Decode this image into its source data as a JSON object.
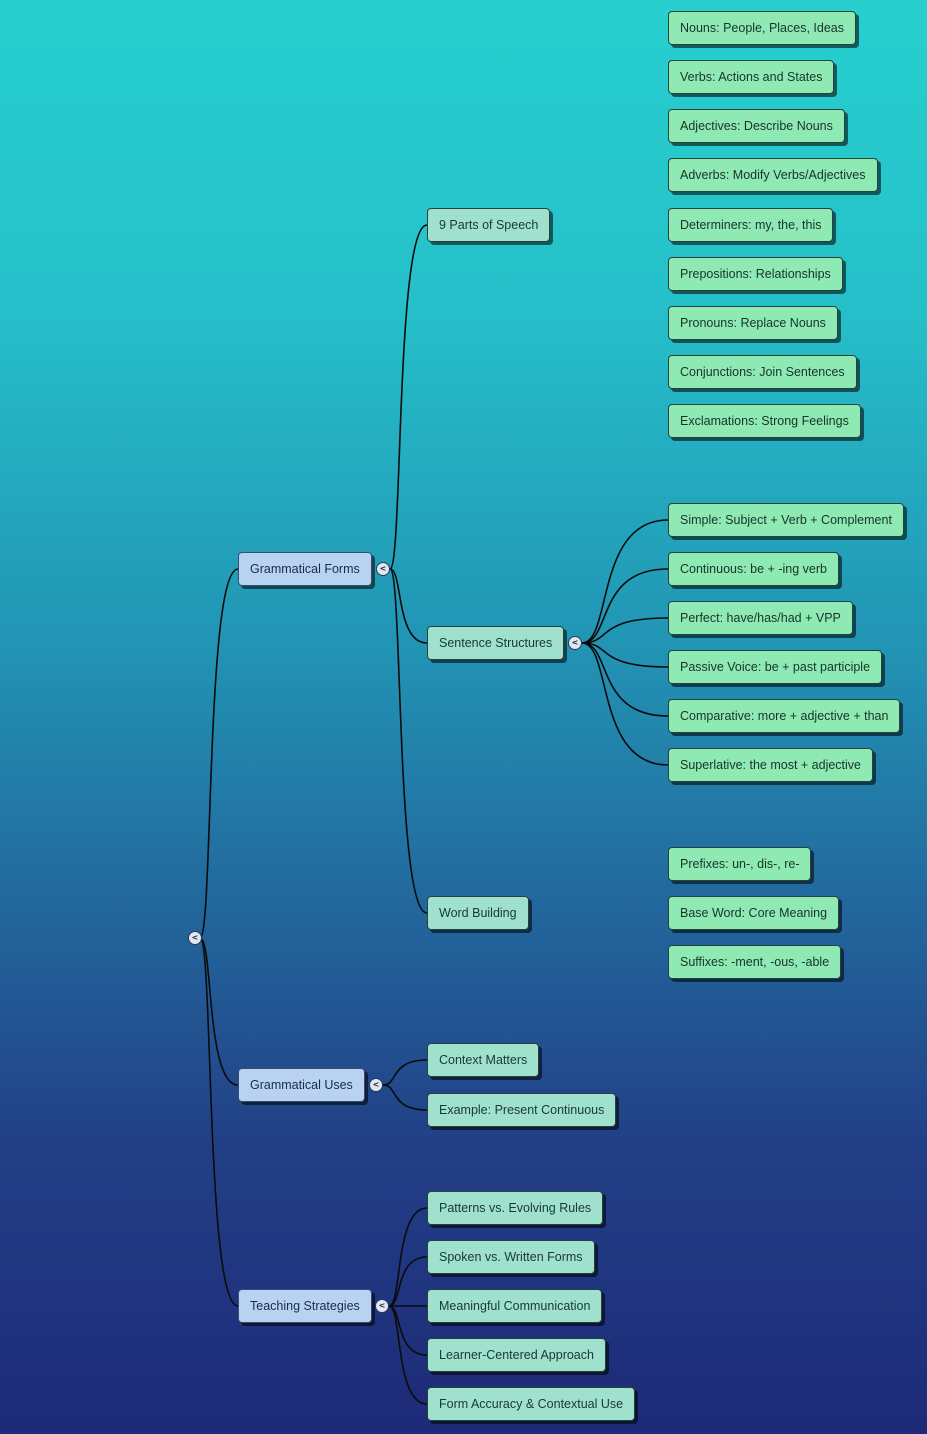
{
  "root": {
    "toggle_glyph": "<"
  },
  "branches": [
    {
      "label": "Grammatical Forms",
      "toggle_glyph": "<",
      "children": [
        {
          "label": "9 Parts of Speech",
          "children": [
            "Nouns: People, Places, Ideas",
            "Verbs: Actions and States",
            "Adjectives: Describe Nouns",
            "Adverbs: Modify Verbs/Adjectives",
            "Determiners: my, the, this",
            "Prepositions: Relationships",
            "Pronouns: Replace Nouns",
            "Conjunctions: Join Sentences",
            "Exclamations: Strong Feelings"
          ]
        },
        {
          "label": "Sentence Structures",
          "toggle_glyph": "<",
          "children": [
            "Simple: Subject + Verb + Complement",
            "Continuous: be + -ing verb",
            "Perfect: have/has/had + VPP",
            "Passive Voice: be + past participle",
            "Comparative: more + adjective + than",
            "Superlative: the most + adjective"
          ]
        },
        {
          "label": "Word Building",
          "children": [
            "Prefixes: un-, dis-, re-",
            "Base Word: Core Meaning",
            "Suffixes: -ment, -ous, -able"
          ]
        }
      ]
    },
    {
      "label": "Grammatical Uses",
      "toggle_glyph": "<",
      "children": [
        {
          "label": "Context Matters"
        },
        {
          "label": "Example: Present Continuous"
        }
      ]
    },
    {
      "label": "Teaching Strategies",
      "toggle_glyph": "<",
      "children": [
        {
          "label": "Patterns vs. Evolving Rules"
        },
        {
          "label": "Spoken vs. Written Forms"
        },
        {
          "label": "Meaningful Communication"
        },
        {
          "label": "Learner-Centered Approach"
        },
        {
          "label": "Form Accuracy & Contextual Use"
        }
      ]
    }
  ],
  "colors": {
    "level1_fill": "#b8d3f2",
    "level2_fill": "#9fe1cd",
    "level3_fill": "#8fe9b3",
    "link": "#0b0b0b"
  }
}
